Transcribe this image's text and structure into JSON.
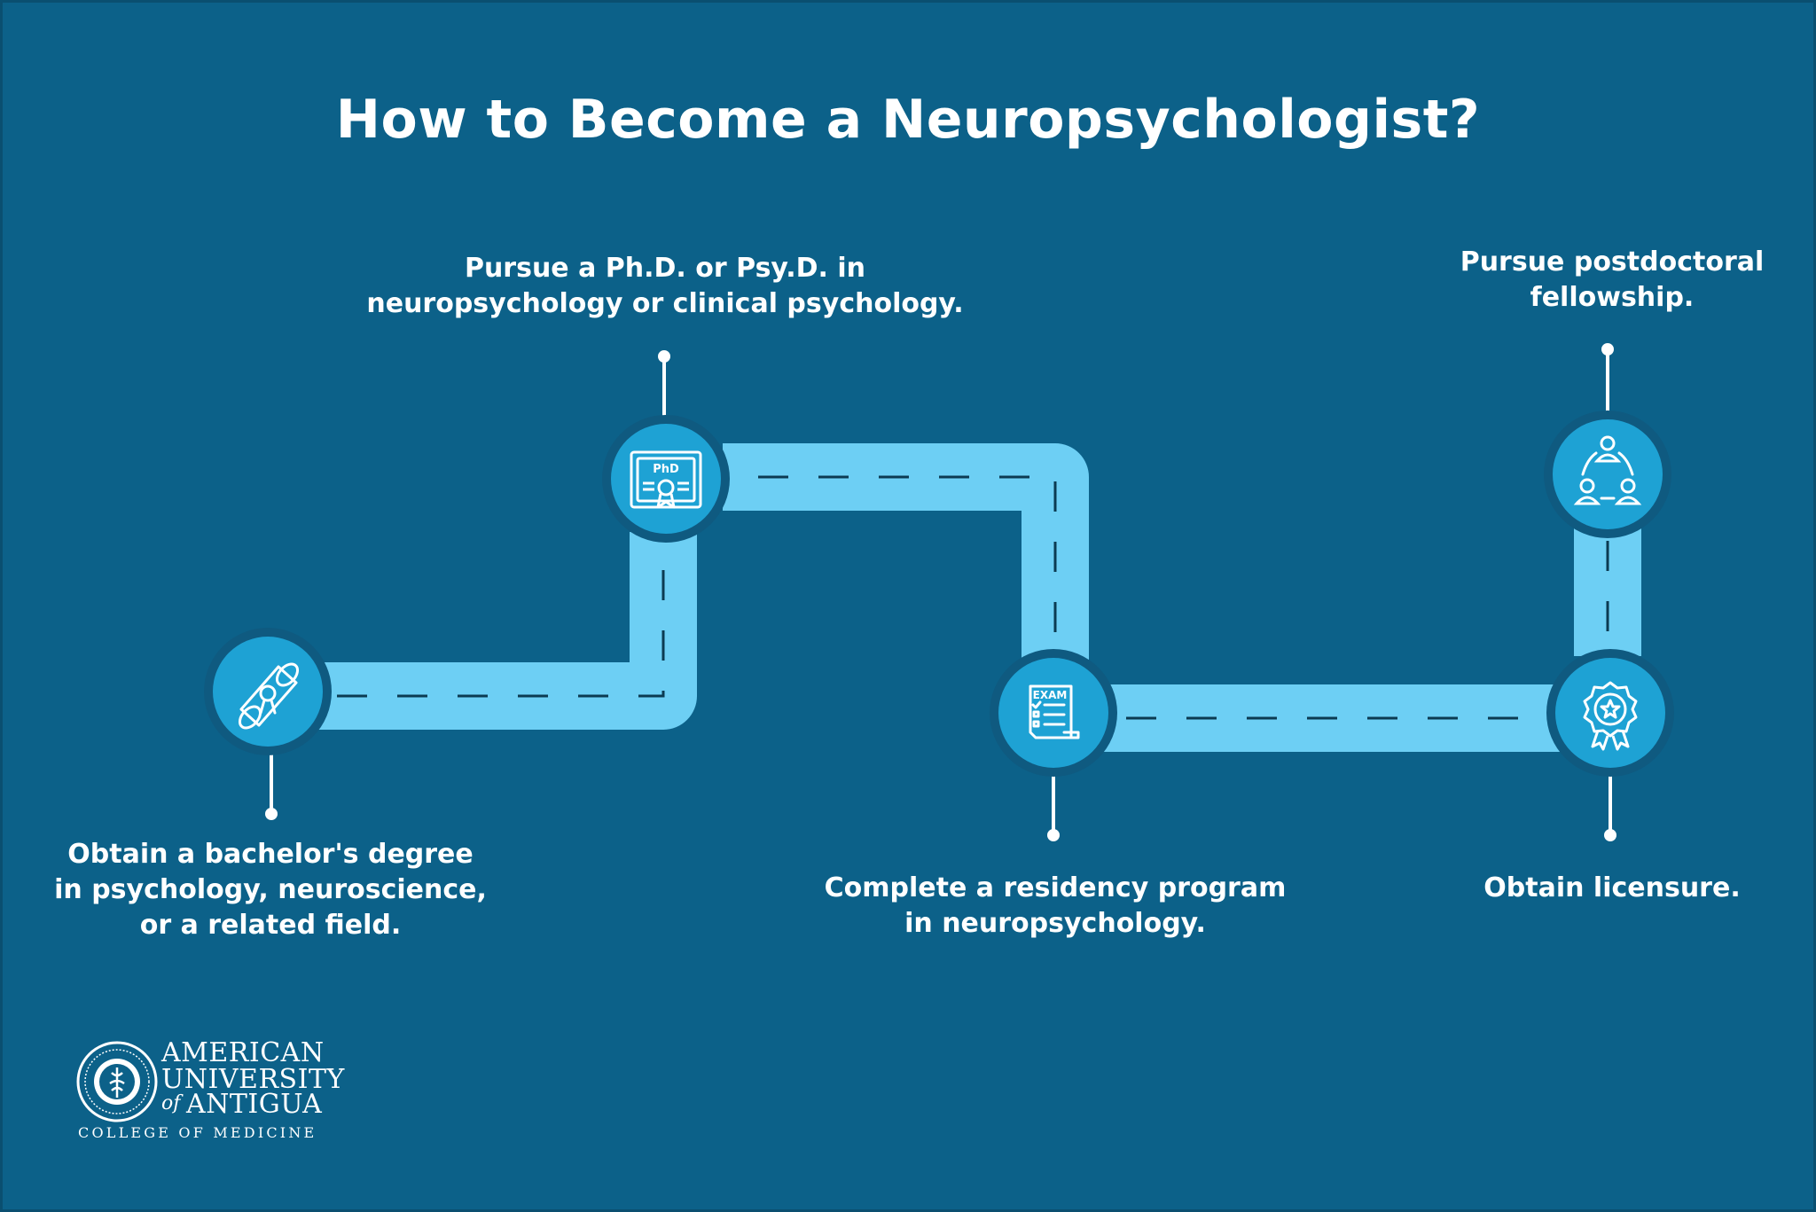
{
  "title": "How to Become a Neuropsychologist?",
  "colors": {
    "background": "#0c6189",
    "road": "#6dcff4",
    "circle": "#1ea2d4",
    "circle_ring": "#0f5a80",
    "text": "#ffffff"
  },
  "steps": [
    {
      "label": "Obtain a bachelor's degree\nin psychology, neuroscience,\nor a related field.",
      "icon": "diploma-scroll-icon"
    },
    {
      "label": "Pursue a Ph.D. or Psy.D. in\nneuropsychology or clinical psychology.",
      "icon": "phd-certificate-icon",
      "icon_text": "PhD"
    },
    {
      "label": "Complete a residency program\nin neuropsychology.",
      "icon": "exam-paper-icon",
      "icon_text": "EXAM"
    },
    {
      "label": "Obtain licensure.",
      "icon": "award-badge-icon"
    },
    {
      "label": "Pursue postdoctoral\nfellowship.",
      "icon": "team-network-icon"
    }
  ],
  "logo": {
    "line1": "AMERICAN",
    "line2": "UNIVERSITY",
    "line3_of": "of",
    "line3": "ANTIGUA",
    "line4": "COLLEGE OF MEDICINE"
  }
}
